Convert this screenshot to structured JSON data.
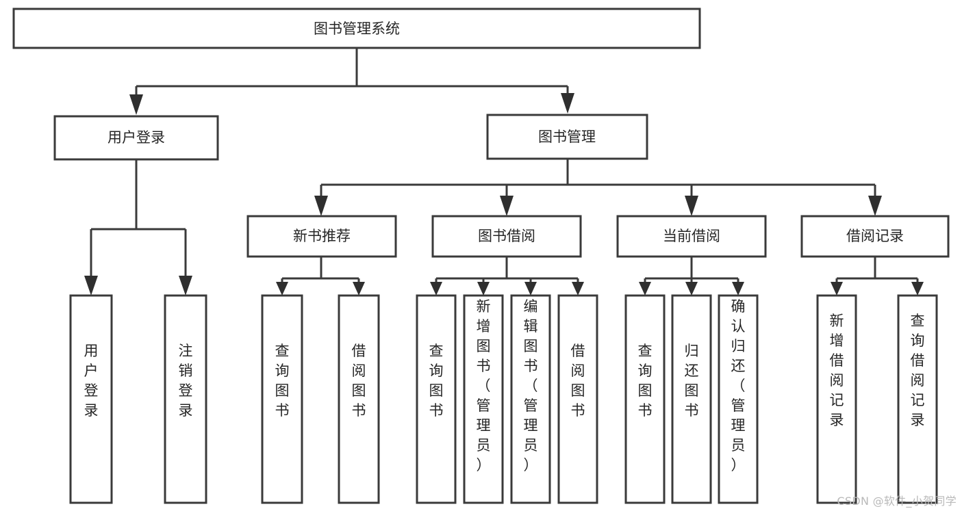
{
  "diagram": {
    "title": "图书管理系统",
    "type": "tree-hierarchy-diagram",
    "watermark": "CSDN @软件_小贺同学",
    "colors": {
      "background": "#ffffff",
      "box_stroke": "#3a3a3a",
      "box_fill": "#ffffff",
      "connector": "#3a3a3a",
      "text": "#262626",
      "watermark": "#b9b9b9"
    },
    "nodes": {
      "root": {
        "label": "图书管理系统"
      },
      "level2": [
        {
          "id": "user-login",
          "label": "用户登录"
        },
        {
          "id": "book-manage",
          "label": "图书管理"
        }
      ],
      "level3": [
        {
          "id": "new-book-rec",
          "label": "新书推荐"
        },
        {
          "id": "book-borrow",
          "label": "图书借阅"
        },
        {
          "id": "current-borrow",
          "label": "当前借阅"
        },
        {
          "id": "borrow-record",
          "label": "借阅记录"
        }
      ],
      "leaves": [
        {
          "id": "leaf-user-login",
          "label": "用户登录",
          "parent": "user-login"
        },
        {
          "id": "leaf-logout",
          "label": "注销登录",
          "parent": "user-login"
        },
        {
          "id": "leaf-query-book-1",
          "label": "查询图书",
          "parent": "new-book-rec"
        },
        {
          "id": "leaf-borrow-book-1",
          "label": "借阅图书",
          "parent": "new-book-rec"
        },
        {
          "id": "leaf-query-book-2",
          "label": "查询图书",
          "parent": "book-borrow"
        },
        {
          "id": "leaf-add-book",
          "label": "新增图书（管理员）",
          "parent": "book-borrow"
        },
        {
          "id": "leaf-edit-book",
          "label": "编辑图书（管理员）",
          "parent": "book-borrow"
        },
        {
          "id": "leaf-borrow-book-2",
          "label": "借阅图书",
          "parent": "book-borrow"
        },
        {
          "id": "leaf-query-book-3",
          "label": "查询图书",
          "parent": "current-borrow"
        },
        {
          "id": "leaf-return-book",
          "label": "归还图书",
          "parent": "current-borrow"
        },
        {
          "id": "leaf-confirm-return",
          "label": "确认归还（管理员）",
          "parent": "current-borrow"
        },
        {
          "id": "leaf-add-record",
          "label": "新增借阅记录",
          "parent": "borrow-record"
        },
        {
          "id": "leaf-query-record",
          "label": "查询借阅记录",
          "parent": "borrow-record"
        }
      ]
    }
  }
}
